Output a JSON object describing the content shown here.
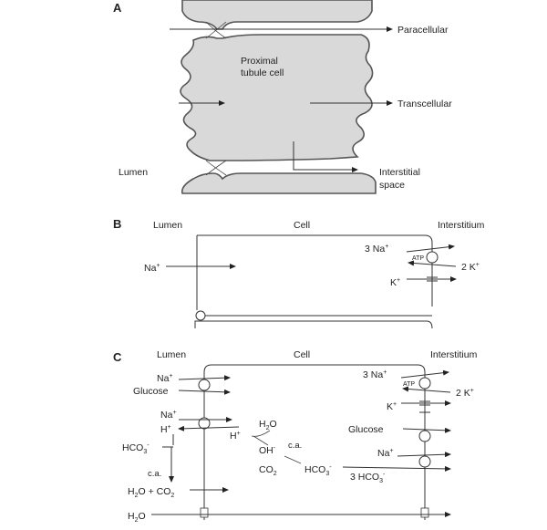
{
  "panel_a": {
    "letter": "A",
    "cell_label_1": "Proximal",
    "cell_label_2": "tubule cell",
    "paracellular": "Paracellular",
    "transcellular": "Transcellular",
    "lumen": "Lumen",
    "interstitial_1": "Interstitial",
    "interstitial_2": "space"
  },
  "panel_b": {
    "letter": "B",
    "lumen": "Lumen",
    "cell": "Cell",
    "interstitium": "Interstitium",
    "na_lumen": "Na",
    "na3": "3 Na",
    "atp": "ATP",
    "k2": "2 K",
    "k": "K"
  },
  "panel_c": {
    "letter": "C",
    "lumen": "Lumen",
    "cell": "Cell",
    "interstitium": "Interstitium",
    "na_1": "Na",
    "glucose_left": "Glucose",
    "na_2": "Na",
    "h_left": "H",
    "hco3_left": "HCO",
    "ca_left": "c.a.",
    "h2o_co2_a": "H",
    "h2o_co2_b": "O + CO",
    "h2o_bottom_a": "H",
    "h2o_bottom_b": "O",
    "h_cell": "H",
    "h2o_cell_a": "H",
    "h2o_cell_b": "O",
    "oh": "OH",
    "ca_cell": "c.a.",
    "co2": "CO",
    "hco3_cell": "HCO",
    "na3": "3 Na",
    "atp": "ATP",
    "k2": "2 K",
    "k": "K",
    "glucose_right": "Glucose",
    "na_right": "Na",
    "hco3_3": "3 HCO"
  },
  "symbols": {
    "plus": "+",
    "minus": "-",
    "two": "2",
    "three": "3"
  }
}
